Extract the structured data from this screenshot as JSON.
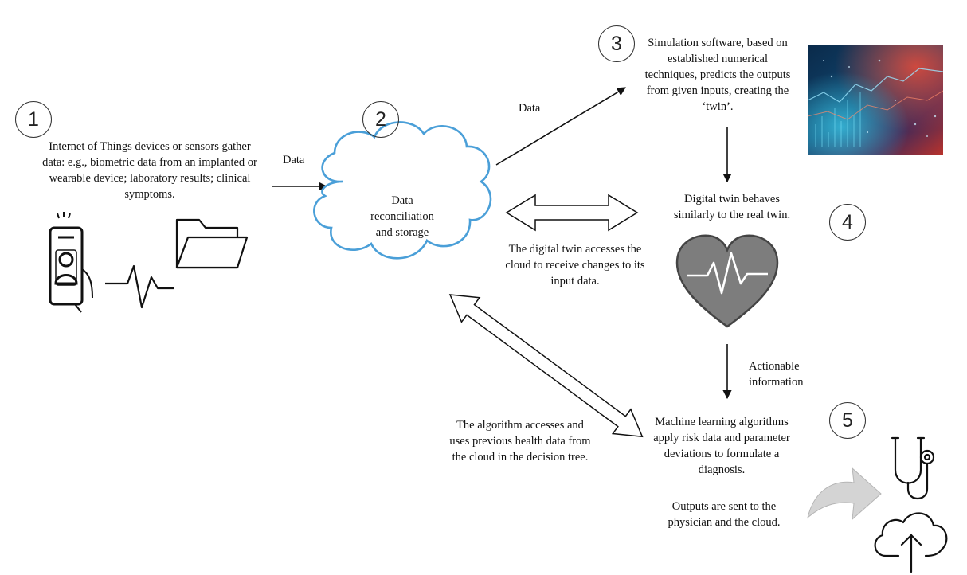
{
  "steps": [
    {
      "number": "1",
      "text": "Internet of Things devices or sensors gather data: e.g., biometric data from an implanted or wearable device; laboratory results; clinical symptoms."
    },
    {
      "number": "2",
      "text": "Data reconciliation and storage"
    },
    {
      "number": "3",
      "text": "Simulation software, based on established numerical techniques, predicts the outputs from given inputs, creating the ‘twin’."
    },
    {
      "number": "4",
      "text": "Digital twin behaves similarly to the real twin."
    },
    {
      "number": "5",
      "text": "Machine learning algorithms apply risk data and parameter deviations to formulate a diagnosis."
    }
  ],
  "labels": {
    "data_left": "Data",
    "data_top": "Data",
    "twin_access": "The digital twin accesses the cloud to receive changes to its input data.",
    "actionable": "Actionable information",
    "algorithm_access": "The algorithm accesses and uses previous health data from the cloud in the decision tree.",
    "outputs": "Outputs are sent to the physician and the cloud."
  },
  "icons": [
    "phone-user-icon",
    "pulse-icon",
    "folder-icon",
    "cloud-icon",
    "heart-pulse-icon",
    "stethoscope-icon",
    "cloud-upload-icon",
    "curved-arrow-icon",
    "data-visualization-image"
  ],
  "colors": {
    "cloud_stroke": "#4a9fd8",
    "heart_fill": "#7d7d7d",
    "curved_arrow": "#cfcfcf"
  }
}
